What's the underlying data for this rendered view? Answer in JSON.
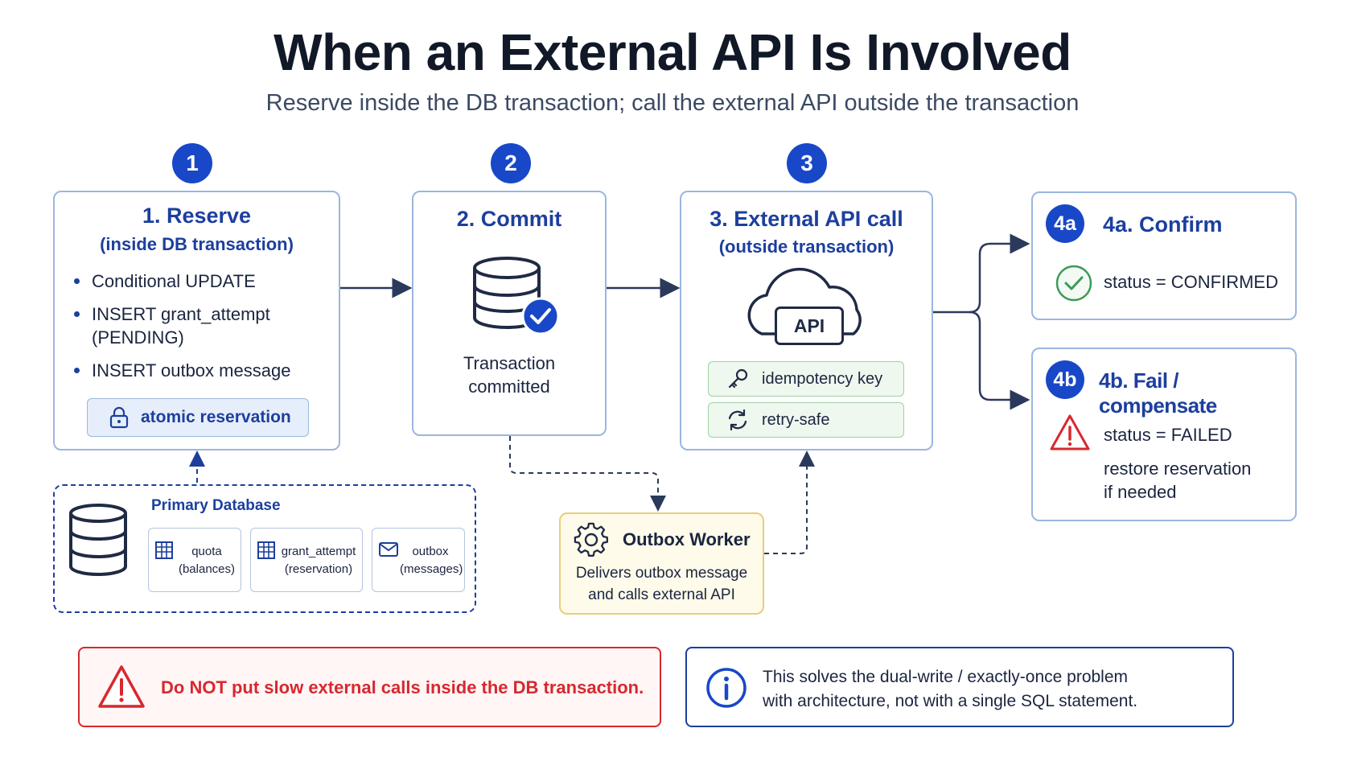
{
  "header": {
    "title": "When an External API Is Involved",
    "subtitle": "Reserve inside the DB transaction; call the external API outside the transaction"
  },
  "steps": [
    {
      "badge": "1",
      "title": "1. Reserve",
      "subtitle": "(inside DB transaction)",
      "bullets": [
        "Conditional UPDATE",
        "INSERT grant_attempt (PENDING)",
        "INSERT outbox message"
      ],
      "pill": "atomic reservation"
    },
    {
      "badge": "2",
      "title": "2. Commit",
      "caption_line1": "Transaction",
      "caption_line2": "committed"
    },
    {
      "badge": "3",
      "title": "3. External API call",
      "subtitle": "(outside transaction)",
      "cloud_label": "API",
      "tags": [
        "idempotency key",
        "retry-safe"
      ]
    }
  ],
  "outcomes": {
    "confirm": {
      "badge": "4a",
      "title": "4a. Confirm",
      "status": "status = CONFIRMED"
    },
    "fail": {
      "badge": "4b",
      "title": "4b. Fail / compensate",
      "status": "status = FAILED",
      "note_line1": "restore reservation",
      "note_line2": "if needed"
    }
  },
  "database": {
    "title": "Primary Database",
    "tables": [
      {
        "name": "quota",
        "desc": "(balances)",
        "icon": "table-icon"
      },
      {
        "name": "grant_attempt",
        "desc": "(reservation)",
        "icon": "table-icon"
      },
      {
        "name": "outbox",
        "desc": "(messages)",
        "icon": "envelope-icon"
      }
    ]
  },
  "worker": {
    "title": "Outbox Worker",
    "desc_line1": "Delivers outbox message",
    "desc_line2": "and calls external API"
  },
  "footer": {
    "warning": "Do NOT put slow external calls inside the DB transaction.",
    "info_line1": "This solves the dual-write / exactly-once problem",
    "info_line2": "with architecture, not with a single SQL statement."
  },
  "colors": {
    "primary": "#1848c8",
    "border": "#9bb6e0",
    "success": "#3c9a57",
    "danger": "#d7282f",
    "worker_border": "#e6cf7a",
    "worker_fill": "#fffbea",
    "tag_fill": "#eef8ee"
  }
}
